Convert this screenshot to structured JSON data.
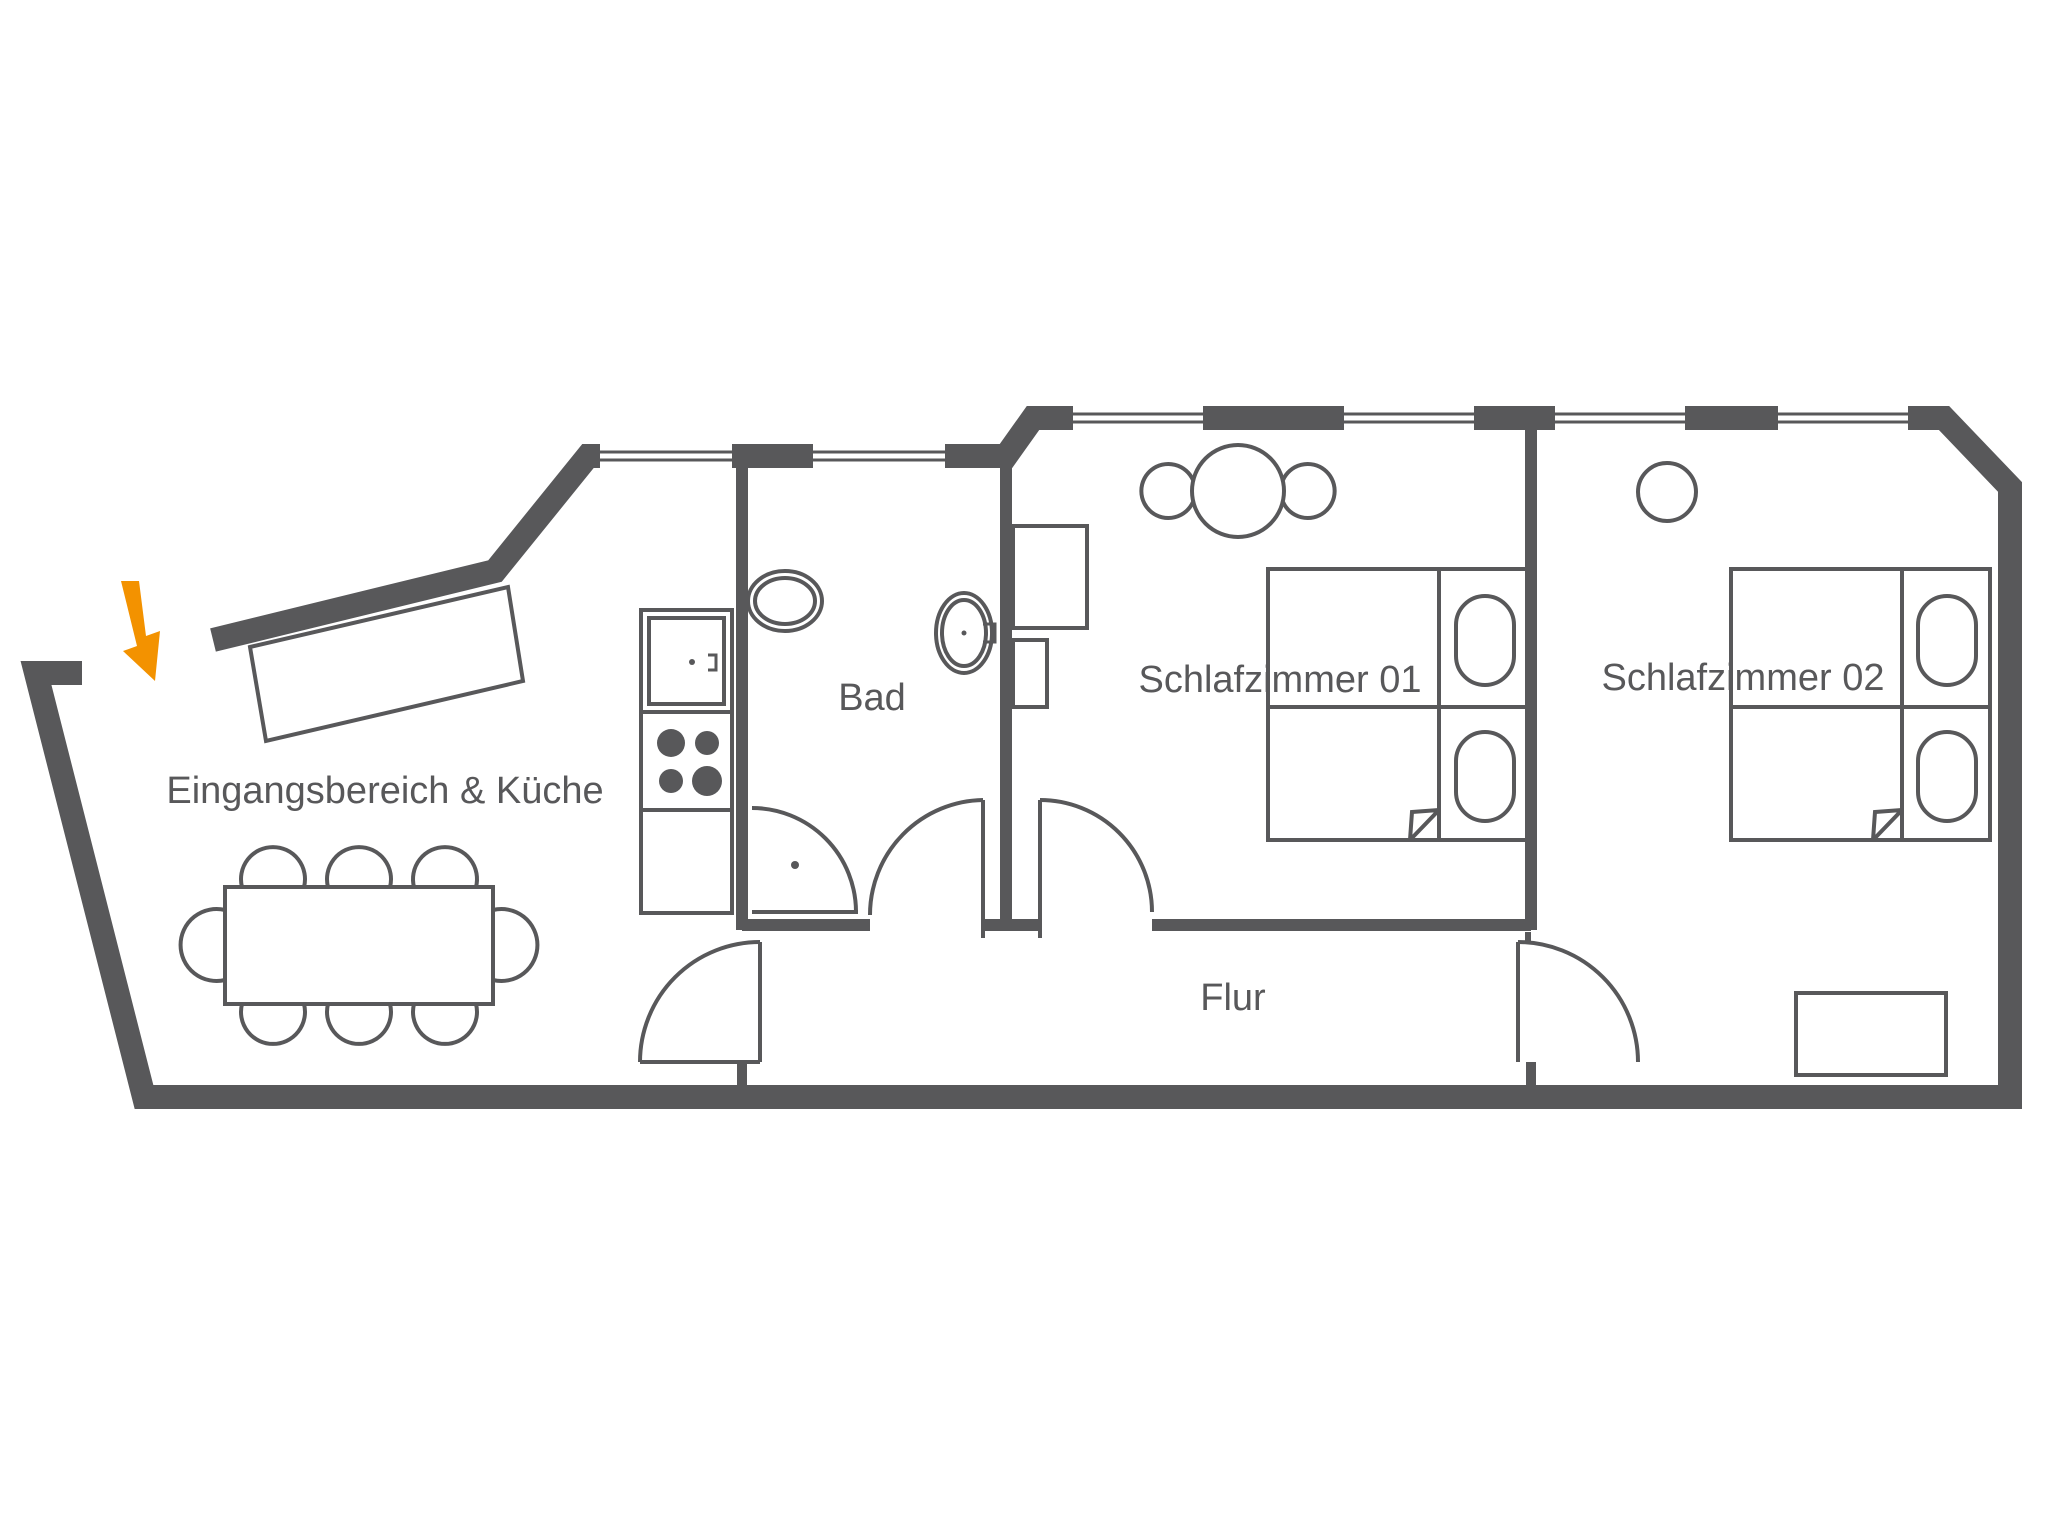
{
  "floorplan": {
    "rooms": [
      {
        "id": "kitchen",
        "label": "Eingangsbereich & Küche"
      },
      {
        "id": "bath",
        "label": "Bad"
      },
      {
        "id": "bedroom1",
        "label": "Schlafzimmer 01"
      },
      {
        "id": "bedroom2",
        "label": "Schlafzimmer 02"
      },
      {
        "id": "hall",
        "label": "Flur"
      }
    ],
    "entrance_marker": {
      "icon": "arrow-down-icon",
      "color": "#f39200"
    },
    "colors": {
      "walls": "#58585a",
      "background": "#ffffff",
      "accent": "#f39200"
    }
  }
}
